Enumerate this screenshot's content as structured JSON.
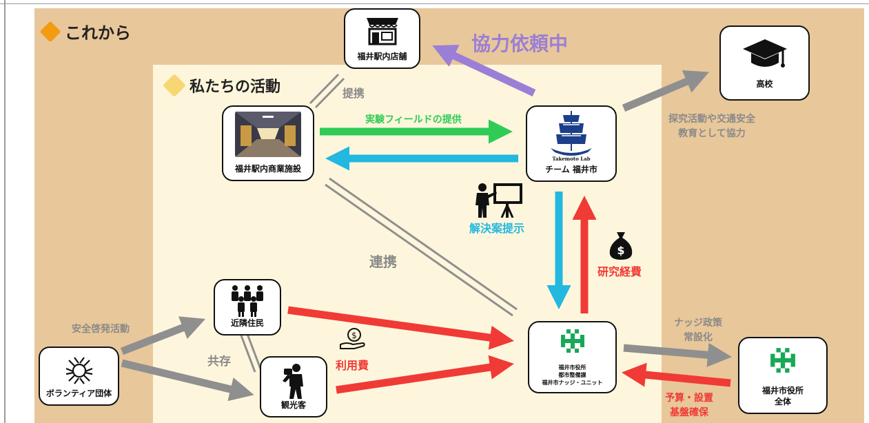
{
  "sections": {
    "future": "これから",
    "ours": "私たちの活動"
  },
  "nodes": {
    "store": "福井駅内店舗",
    "facility": "福井駅内商業施設",
    "team": "チーム 福井市",
    "team_lab": "Takemoto Lab",
    "school": "高校",
    "residents": "近隣住民",
    "tourists": "観光客",
    "volunteer": "ボランティア団体",
    "city_unit_1": "福井市役所",
    "city_unit_2": "都市整備課",
    "city_unit_3": "福井市ナッジ・ユニット",
    "city_whole_1": "福井市役所",
    "city_whole_2": "全体"
  },
  "labels": {
    "cooperation_request": "協力依頼中",
    "partnership": "提携",
    "field_provision": "実験フィールドの提供",
    "school_note_1": "探究活動や交通安全",
    "school_note_2": "教育として協力",
    "solution": "解決案提示",
    "research_funds": "研究経費",
    "collaboration": "連携",
    "safety_campaign": "安全啓発活動",
    "coexist": "共存",
    "usage_fee": "利用費",
    "nudge_1": "ナッジ政策",
    "nudge_2": "常設化",
    "budget_1": "予算・設置",
    "budget_2": "基盤確保"
  },
  "colors": {
    "outer_bg": "#e8c79a",
    "inner_bg": "#fef6dc",
    "diamond_future": "#f39c12",
    "diamond_ours": "#f7d774",
    "purple": "#9b7fd6",
    "green": "#2ecc55",
    "cyan": "#22b8e0",
    "red": "#f03a36",
    "gray": "#8f8f8f",
    "city_green": "#18a858"
  },
  "icons": [
    "store-icon",
    "corridor-photo",
    "ship-logo-icon",
    "graduation-cap-icon",
    "crowd-icon",
    "photographer-icon",
    "hands-circle-icon",
    "city-emblem-icon",
    "presenter-icon",
    "money-bag-icon",
    "coin-hand-icon"
  ]
}
